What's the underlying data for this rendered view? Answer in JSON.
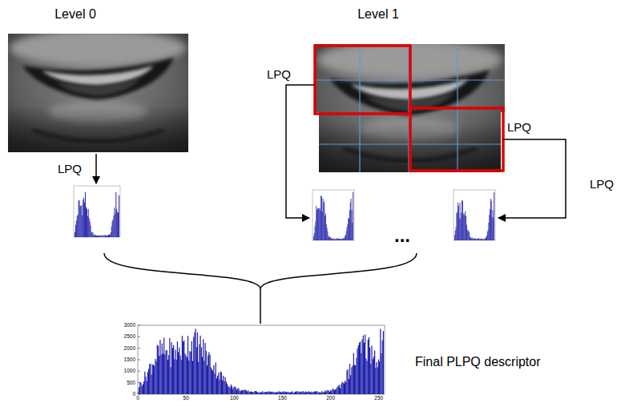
{
  "diagram": {
    "labels": [
      "Level 0",
      "LPQ",
      "Level 1",
      "LPQ",
      "LPQ",
      "LPQ",
      "...",
      "Final PLPQ descriptor",
      "3000",
      "2500",
      "2000",
      "1500",
      "1000",
      "500",
      "0",
      "0",
      "50",
      "100",
      "150",
      "200",
      "250"
    ]
  }
}
